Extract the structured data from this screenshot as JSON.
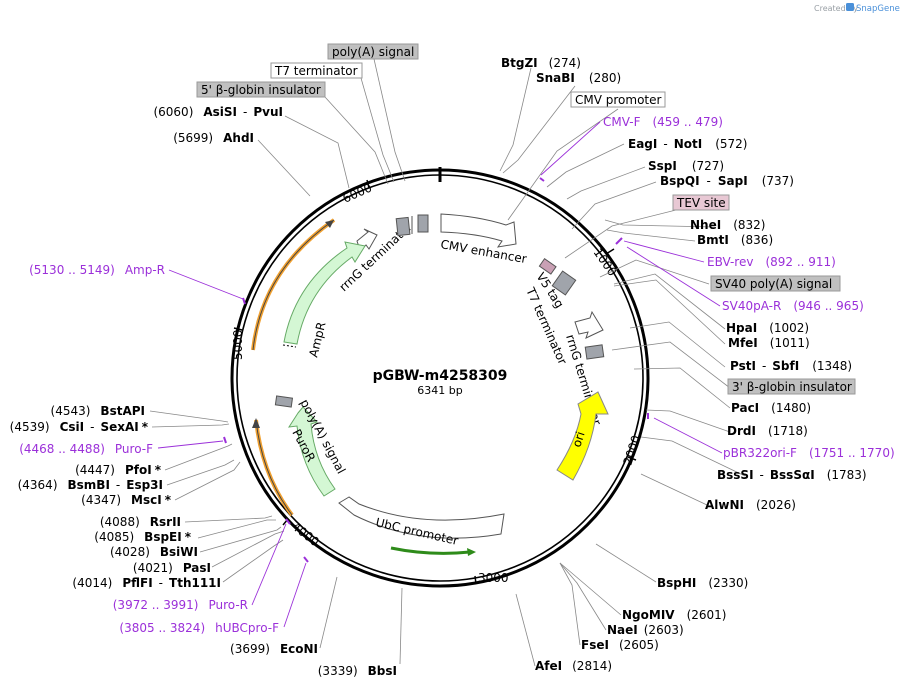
{
  "credit": {
    "prefix": "Created by",
    "brand": "SnapGene"
  },
  "plasmid": {
    "name": "pGBW-m4258309",
    "length": "6341 bp"
  },
  "ticks": [
    "1000",
    "2000",
    "3000",
    "4000",
    "5000",
    "6000"
  ],
  "features": {
    "cmv_enhancer": "CMV enhancer",
    "rrng_top": "rrnG terminator",
    "ampr": "AmpR",
    "v5": "V5 tag",
    "t7_right": "T7 terminator",
    "rrng_right": "rrnG terminator",
    "ori": "ori",
    "polya": "poly(A) signal",
    "puror": "PuroR",
    "ubc": "UbC promoter"
  },
  "boxed": {
    "polya_top": "poly(A) signal",
    "t7_top": "T7 terminator",
    "globin5": "5' β-globin insulator",
    "cmv_promoter": "CMV promoter",
    "tev": "TEV site",
    "sv40": "SV40 poly(A) signal",
    "globin3": "3' β-globin insulator"
  },
  "enzymes": {
    "btgzi": {
      "name": "BtgZI",
      "pos": "(274)"
    },
    "snabi": {
      "name": "SnaBI",
      "pos": "(280)"
    },
    "eagi": {
      "name": "EagI",
      "sep": "-",
      "name2": "NotI",
      "pos": "(572)"
    },
    "sspi": {
      "name": "SspI",
      "pos": "(727)"
    },
    "bspqi": {
      "name": "BspQI",
      "sep": "-",
      "name2": "SapI",
      "pos": "(737)"
    },
    "nhei": {
      "name": "NheI",
      "pos": "(832)"
    },
    "bmti": {
      "name": "BmtI",
      "pos": "(836)"
    },
    "hpai": {
      "name": "HpaI",
      "pos": "(1002)"
    },
    "mfei": {
      "name": "MfeI",
      "pos": "(1011)"
    },
    "psti": {
      "name": "PstI",
      "sep": "-",
      "name2": "SbfI",
      "pos": "(1348)"
    },
    "paci": {
      "name": "PacI",
      "pos": "(1480)"
    },
    "drdi": {
      "name": "DrdI",
      "pos": "(1718)"
    },
    "bsssi": {
      "name": "BssSI",
      "sep": "-",
      "name2": "BssSαI",
      "pos": "(1783)"
    },
    "alwni": {
      "name": "AlwNI",
      "pos": "(2026)"
    },
    "bsphi": {
      "name": "BspHI",
      "pos": "(2330)"
    },
    "ngomiv": {
      "name": "NgoMIV",
      "pos": "(2601)"
    },
    "naei": {
      "name": "NaeI",
      "pos": "(2603)"
    },
    "fsei": {
      "name": "FseI",
      "pos": "(2605)"
    },
    "afei": {
      "name": "AfeI",
      "pos": "(2814)"
    },
    "bbsi": {
      "name": "BbsI",
      "pos": "(3339)"
    },
    "econi": {
      "name": "EcoNI",
      "pos": "(3699)"
    },
    "pflfi": {
      "pos": "(4014)",
      "name": "PflFI",
      "sep": "-",
      "name2": "Tth111I"
    },
    "pasi": {
      "pos": "(4021)",
      "name": "PasI"
    },
    "bsiwi": {
      "pos": "(4028)",
      "name": "BsiWI"
    },
    "bspei": {
      "pos": "(4085)",
      "name": "BspEI",
      "star": "*"
    },
    "rsrii": {
      "pos": "(4088)",
      "name": "RsrII"
    },
    "msci": {
      "pos": "(4347)",
      "name": "MscI",
      "star": "*"
    },
    "bsmbi": {
      "pos": "(4364)",
      "name": "BsmBI",
      "sep": "-",
      "name2": "Esp3I"
    },
    "pfoi": {
      "pos": "(4447)",
      "name": "PfoI",
      "star": "*"
    },
    "csii": {
      "pos": "(4539)",
      "name": "CsiI",
      "sep": "-",
      "name2": "SexAI",
      "star": "*"
    },
    "bstapi": {
      "pos": "(4543)",
      "name": "BstAPI"
    },
    "ahdi": {
      "pos": "(5699)",
      "name": "AhdI"
    },
    "asisi": {
      "pos": "(6060)",
      "name": "AsiSI",
      "sep": "-",
      "name2": "PvuI"
    }
  },
  "primers": {
    "cmvf": {
      "name": "CMV-F",
      "range": "(459 .. 479)"
    },
    "ebvrev": {
      "name": "EBV-rev",
      "range": "(892 .. 911)"
    },
    "sv40par": {
      "name": "SV40pA-R",
      "range": "(946 .. 965)"
    },
    "pbr322": {
      "name": "pBR322ori-F",
      "range": "(1751 .. 1770)"
    },
    "amprp": {
      "range": "(5130 .. 5149)",
      "name": "Amp-R"
    },
    "purof": {
      "range": "(4468 .. 4488)",
      "name": "Puro-F"
    },
    "puror": {
      "range": "(3972 .. 3991)",
      "name": "Puro-R"
    },
    "hubc": {
      "range": "(3805 .. 3824)",
      "name": "hUBCpro-F"
    }
  },
  "colors": {
    "primer": "#9b30d9",
    "ori": "#ffff00",
    "ampr_fill": "#d4f7d4",
    "orange": "#f0a030",
    "green": "#2e8b1a",
    "box": "#c0c0c0",
    "tev": "#e8c8d4"
  }
}
